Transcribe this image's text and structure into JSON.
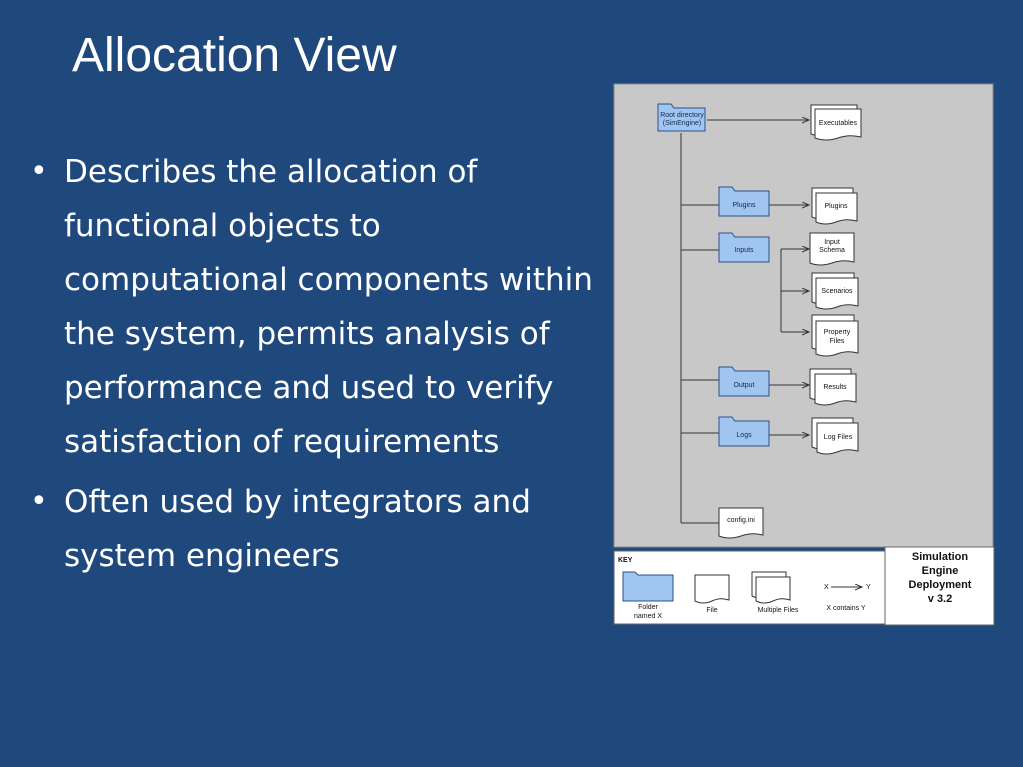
{
  "slide": {
    "title": "Allocation View",
    "bullets": [
      "Describes the allocation of functional objects to computational components within the system, permits analysis of performance and used to verify satisfaction of requirements",
      "Often used by integrators and system engineers"
    ]
  },
  "diagram": {
    "root_folder": [
      "Root directory",
      "(SimEngine)"
    ],
    "folders": {
      "plugins": "Plugins",
      "inputs": "Inputs",
      "output": "Output",
      "logs": "Logs"
    },
    "files": {
      "executables": "Executables",
      "plugins": "Plugins",
      "input_schema": [
        "Input",
        "Schema"
      ],
      "scenarios": "Scenarios",
      "property_files": [
        "Property",
        "Files"
      ],
      "results": "Results",
      "log_files": "Log Files",
      "config": "config.ini"
    },
    "key": {
      "heading": "KEY",
      "folder_label": [
        "Folder",
        "named X"
      ],
      "file_label": "File",
      "multiple_files_label": "Multiple Files",
      "arrow_from": "X",
      "arrow_to": "Y",
      "contains_label": "X contains Y"
    },
    "caption": [
      "Simulation",
      "Engine",
      "Deployment",
      "v 3.2"
    ],
    "colors": {
      "folder_fill": "#9fc5f0",
      "panel_bg": "#c8c8c8",
      "slide_bg": "#1f487c"
    }
  }
}
